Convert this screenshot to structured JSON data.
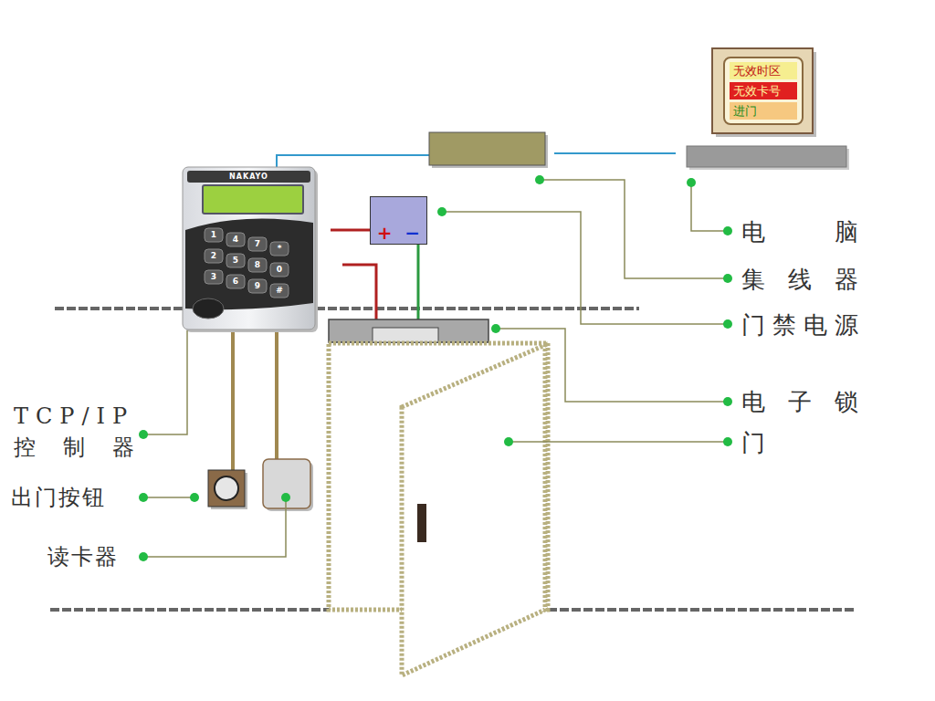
{
  "diagram": {
    "nodes": [
      {
        "text": [
          "NAKAYO"
        ]
      },
      {
        "text": [
          "无效时区",
          "无效卡号",
          "进门"
        ]
      },
      {
        "text": [
          "+",
          "−"
        ]
      }
    ],
    "labels": [
      "电 脑",
      "集 线 器",
      "门禁电源",
      "电 子 锁",
      "门",
      "TCP/IP 控制器",
      "出门按钮",
      "读卡器",
      "1",
      "4",
      "7",
      "*",
      "2",
      "5",
      "8",
      "0",
      "3",
      "6",
      "9",
      "#"
    ]
  }
}
